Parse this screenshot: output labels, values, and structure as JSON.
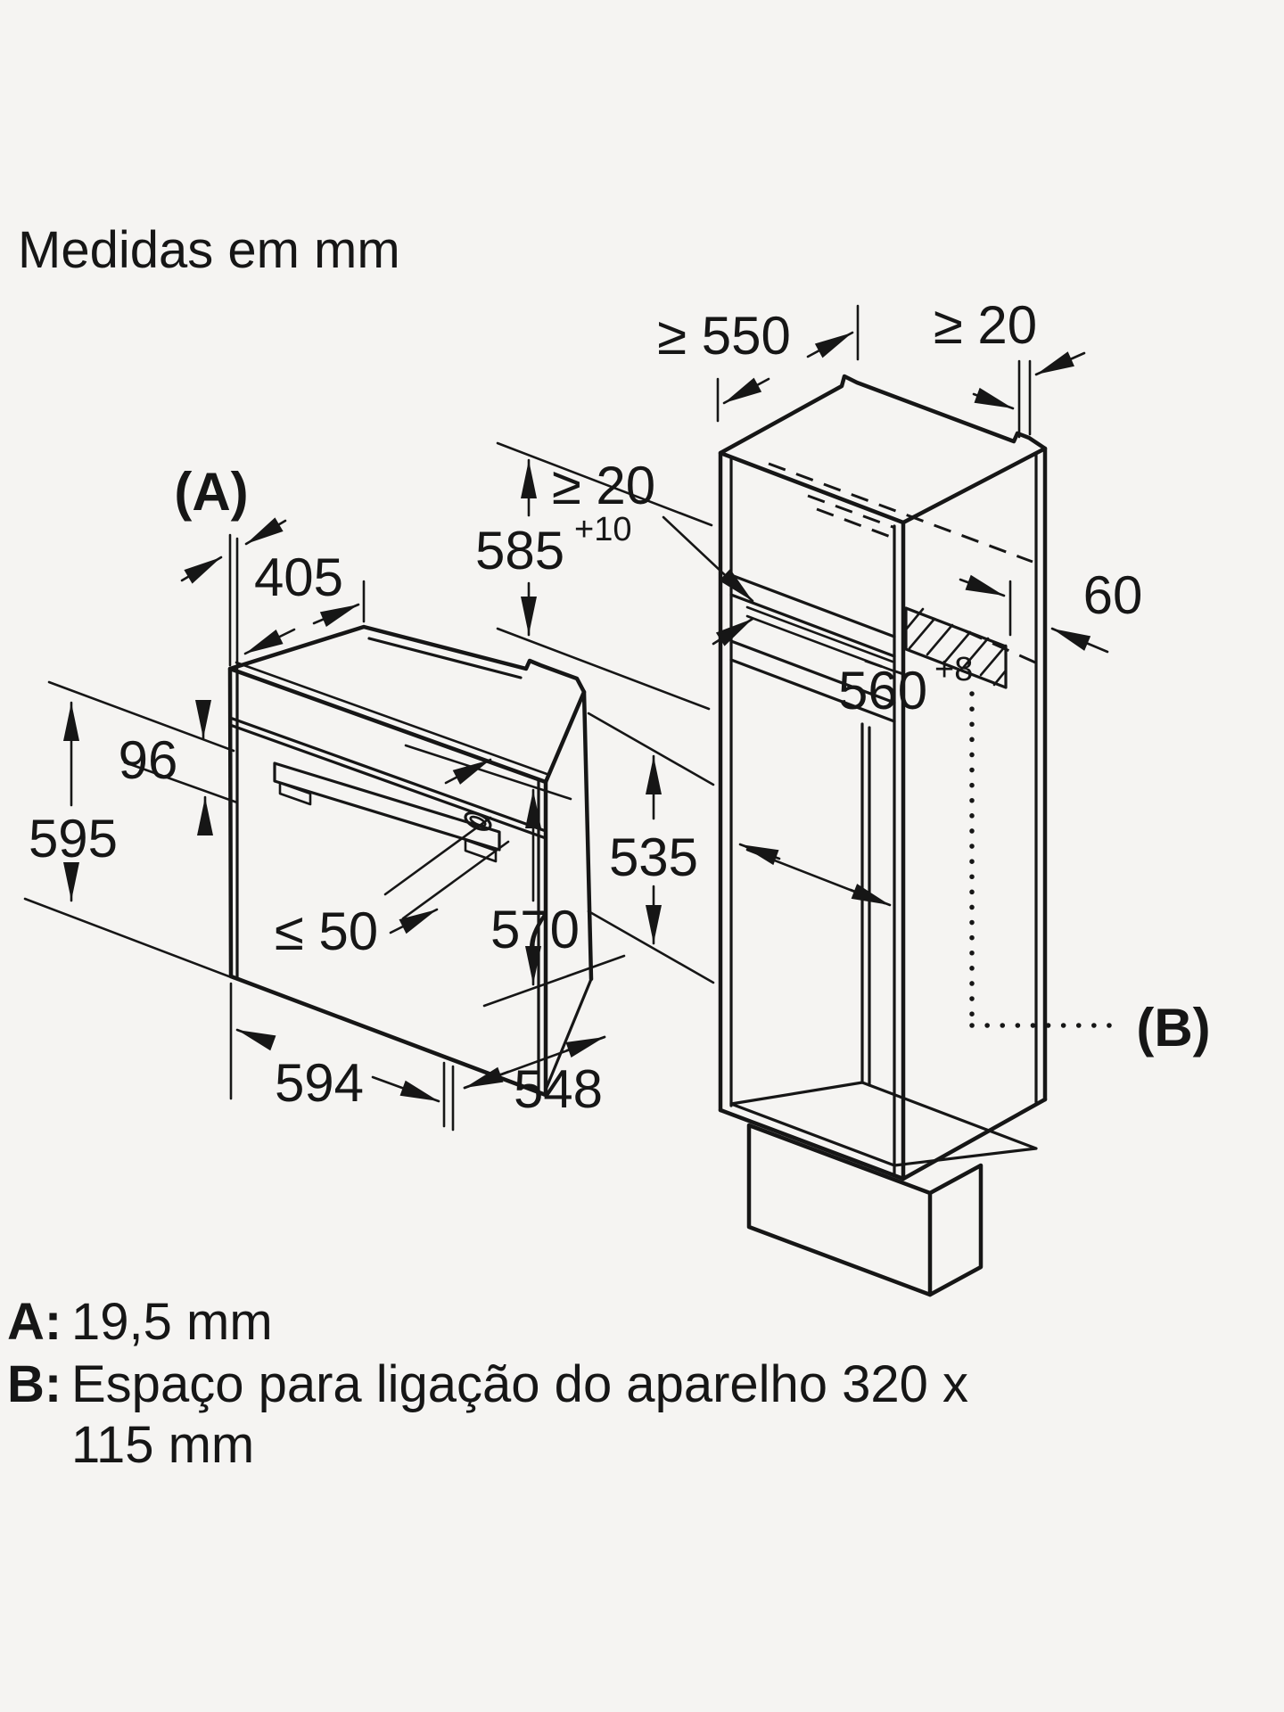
{
  "title": "Medidas em mm",
  "diagram": {
    "cabinet": {
      "min_depth": "≥ 550",
      "top_gap": "≥ 20",
      "vent_gap": "≥ 20",
      "rear_offset": "60",
      "niche_height_value": "585",
      "niche_height_tol": "+10",
      "niche_width_value": "560",
      "niche_width_tol": "+8",
      "connection_point_label": "(B)"
    },
    "oven": {
      "front_frame_label": "(A)",
      "top_recess_depth": "405",
      "control_panel_height": "96",
      "height": "595",
      "door_clearance": "≤ 50",
      "body_depth": "570",
      "inner_height": "535",
      "width": "594",
      "depth": "548"
    }
  },
  "legend": {
    "a_key": "A:",
    "a_value": "19,5 mm",
    "b_key": "B:",
    "b_value_line1": "Espaço para ligação do aparelho 320 x",
    "b_value_line2": "115 mm"
  },
  "colors": {
    "background": "#f5f4f2",
    "line": "#161616"
  }
}
